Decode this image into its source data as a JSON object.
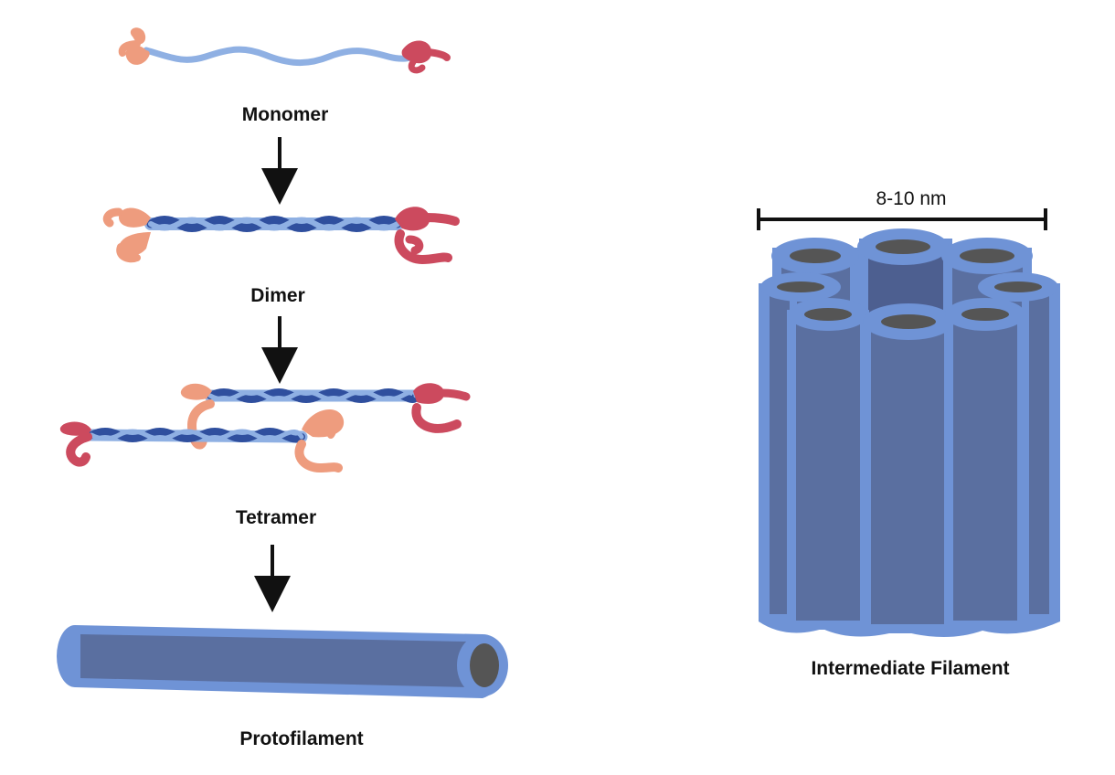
{
  "colors": {
    "light_blue": "#8fb0e3",
    "dark_blue": "#2f4f9e",
    "salmon": "#ee9c7e",
    "red": "#cc4a5e",
    "tube_fill": "#5a6fa0",
    "tube_outline": "#6f93d6",
    "hole": "#555555"
  },
  "labels": {
    "monomer": "Monomer",
    "dimer": "Dimer",
    "tetramer": "Tetramer",
    "protofilament": "Protofilament",
    "intermediate_filament": "Intermediate Filament",
    "width": "8-10 nm"
  }
}
